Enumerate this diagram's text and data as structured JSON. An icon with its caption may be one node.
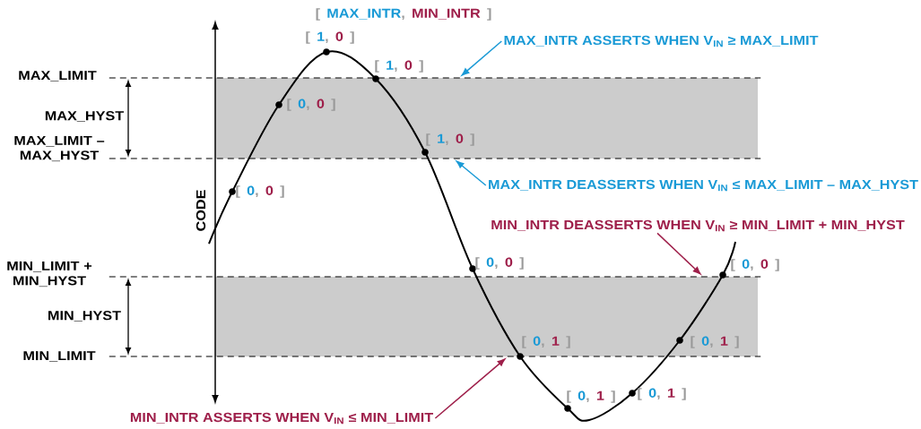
{
  "diagram": {
    "nodes": [
      {
        "text": [
          "MAX_INTR ASSERTS WHEN V$_{IN}$ ≥ MAX_LIMIT"
        ]
      },
      {
        "text": [
          "MAX_INTR DEASSERTS WHEN V$_{IN}$ ≤ MAX_LIMIT – MAX_HYST"
        ]
      },
      {
        "text": [
          "MIN_INTR DEASSERTS WHEN V$_{IN}$ ≥ MIN_LIMIT + MIN_HYST"
        ]
      },
      {
        "text": [
          "MIN_INTR ASSERTS WHEN V$_{IN}$ ≤ MIN_LIMIT"
        ]
      },
      {
        "text": [],
        "shape": "line",
        "beside": [
          "MAX_LIMIT"
        ]
      },
      {
        "text": [],
        "shape": "line",
        "beside": [
          "MAX_LIMIT – MAX_HYST"
        ]
      },
      {
        "text": [],
        "shape": "line",
        "beside": [
          "MIN_LIMIT + MIN_HYST"
        ]
      },
      {
        "text": [],
        "shape": "line",
        "beside": [
          "MIN_LIMIT"
        ]
      }
    ],
    "edges": [
      {
        "from": 0,
        "to": 4,
        "arrow": "to",
        "color": "#1a9ad6"
      },
      {
        "from": 1,
        "to": 5,
        "arrow": "to",
        "color": "#1a9ad6"
      },
      {
        "from": 2,
        "to": 6,
        "arrow": "to",
        "color": "#9e1f4a"
      },
      {
        "from": 3,
        "to": 7,
        "arrow": "to",
        "color": "#9e1f4a"
      }
    ],
    "labels": [
      "[",
      "MAX_INTR",
      ",",
      "MIN_INTR",
      "]",
      "[",
      "1",
      ",",
      "0",
      "]",
      "[",
      "1",
      ",",
      "0",
      "]",
      "MAX_HYST",
      "[",
      "0",
      ",",
      "0",
      "]",
      "[",
      "1",
      ",",
      "0",
      "]",
      "[",
      "0",
      ",",
      "0",
      "]",
      "CODE",
      "[",
      "0",
      ",",
      "0",
      "]",
      "[",
      "0",
      ",",
      "0",
      "]",
      "MIN_HYST",
      "[",
      "0",
      ",",
      "1",
      "]",
      "[",
      "0",
      ",",
      "1",
      "]",
      "[",
      "0",
      ",",
      "1",
      "]",
      "[",
      "0",
      ",",
      "1",
      "]"
    ]
  }
}
